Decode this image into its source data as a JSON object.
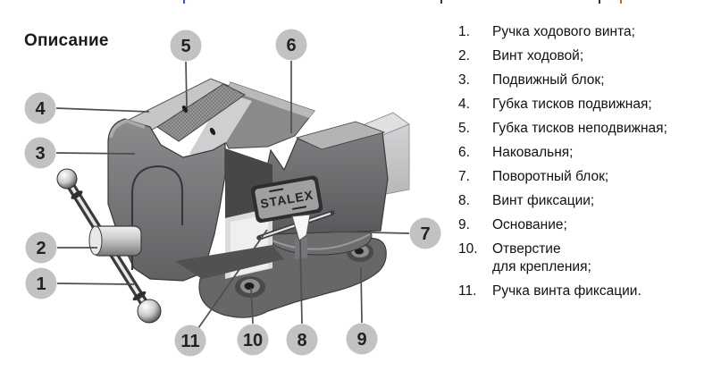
{
  "heading": {
    "title": "Описание"
  },
  "legend": {
    "items": [
      {
        "num": "1.",
        "text": "Ручка ходового винта;",
        "text2": ""
      },
      {
        "num": "2.",
        "text": "Винт ходовой;",
        "text2": ""
      },
      {
        "num": "3.",
        "text": "Подвижный блок;",
        "text2": ""
      },
      {
        "num": "4.",
        "text": "Губка тисков подвижная;",
        "text2": ""
      },
      {
        "num": "5.",
        "text": "Губка тисков неподвижная;",
        "text2": ""
      },
      {
        "num": "6.",
        "text": "Наковальня;",
        "text2": ""
      },
      {
        "num": "7.",
        "text": "Поворотный блок;",
        "text2": ""
      },
      {
        "num": "8.",
        "text": "Винт фиксации;",
        "text2": ""
      },
      {
        "num": "9.",
        "text": "Основание;",
        "text2": ""
      },
      {
        "num": "10.",
        "text": "Отверстие",
        "text2": "для крепления;"
      },
      {
        "num": "11.",
        "text": "Ручка винта фиксации.",
        "text2": ""
      }
    ]
  },
  "diagram": {
    "brand_label": "STALEX",
    "callouts": [
      {
        "n": "1"
      },
      {
        "n": "2"
      },
      {
        "n": "3"
      },
      {
        "n": "4"
      },
      {
        "n": "5"
      },
      {
        "n": "6"
      },
      {
        "n": "7"
      },
      {
        "n": "8"
      },
      {
        "n": "9"
      },
      {
        "n": "10"
      },
      {
        "n": "11"
      }
    ],
    "colors": {
      "callout_fill": "#c2c2c4",
      "callout_number": "#232325",
      "callout_line": "#4f4f51",
      "vise_body": "#77777a",
      "vise_highlight": "#e0e0e2",
      "base": "#67676a"
    }
  }
}
